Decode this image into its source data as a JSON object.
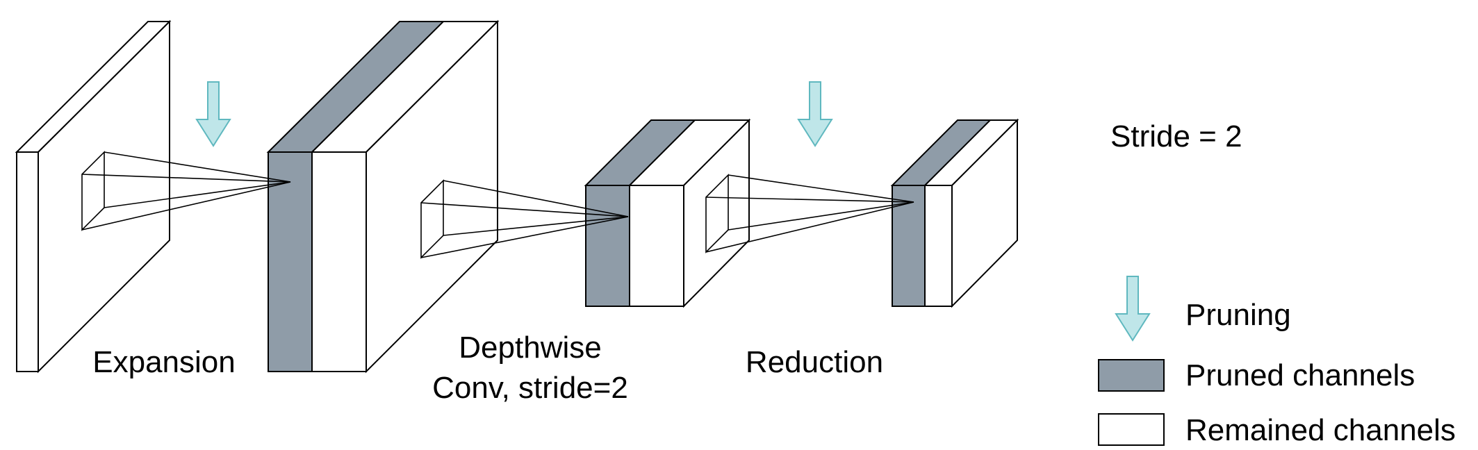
{
  "labels": {
    "expansion": "Expansion",
    "depthwise_line1": "Depthwise",
    "depthwise_line2": "Conv, stride=2",
    "reduction": "Reduction",
    "stride": "Stride = 2"
  },
  "legend": {
    "pruning": "Pruning",
    "pruned_channels": "Pruned channels",
    "remained_channels": "Remained channels"
  },
  "colors": {
    "pruned": "#8f9ca8",
    "pruned_dark": "#7e8a95",
    "remained": "#ffffff",
    "arrow_fill": "#bfe6e9",
    "arrow_stroke": "#5fb8bf",
    "outline": "#000000"
  },
  "icons": {
    "pruning_arrow": "down-arrow-icon"
  }
}
